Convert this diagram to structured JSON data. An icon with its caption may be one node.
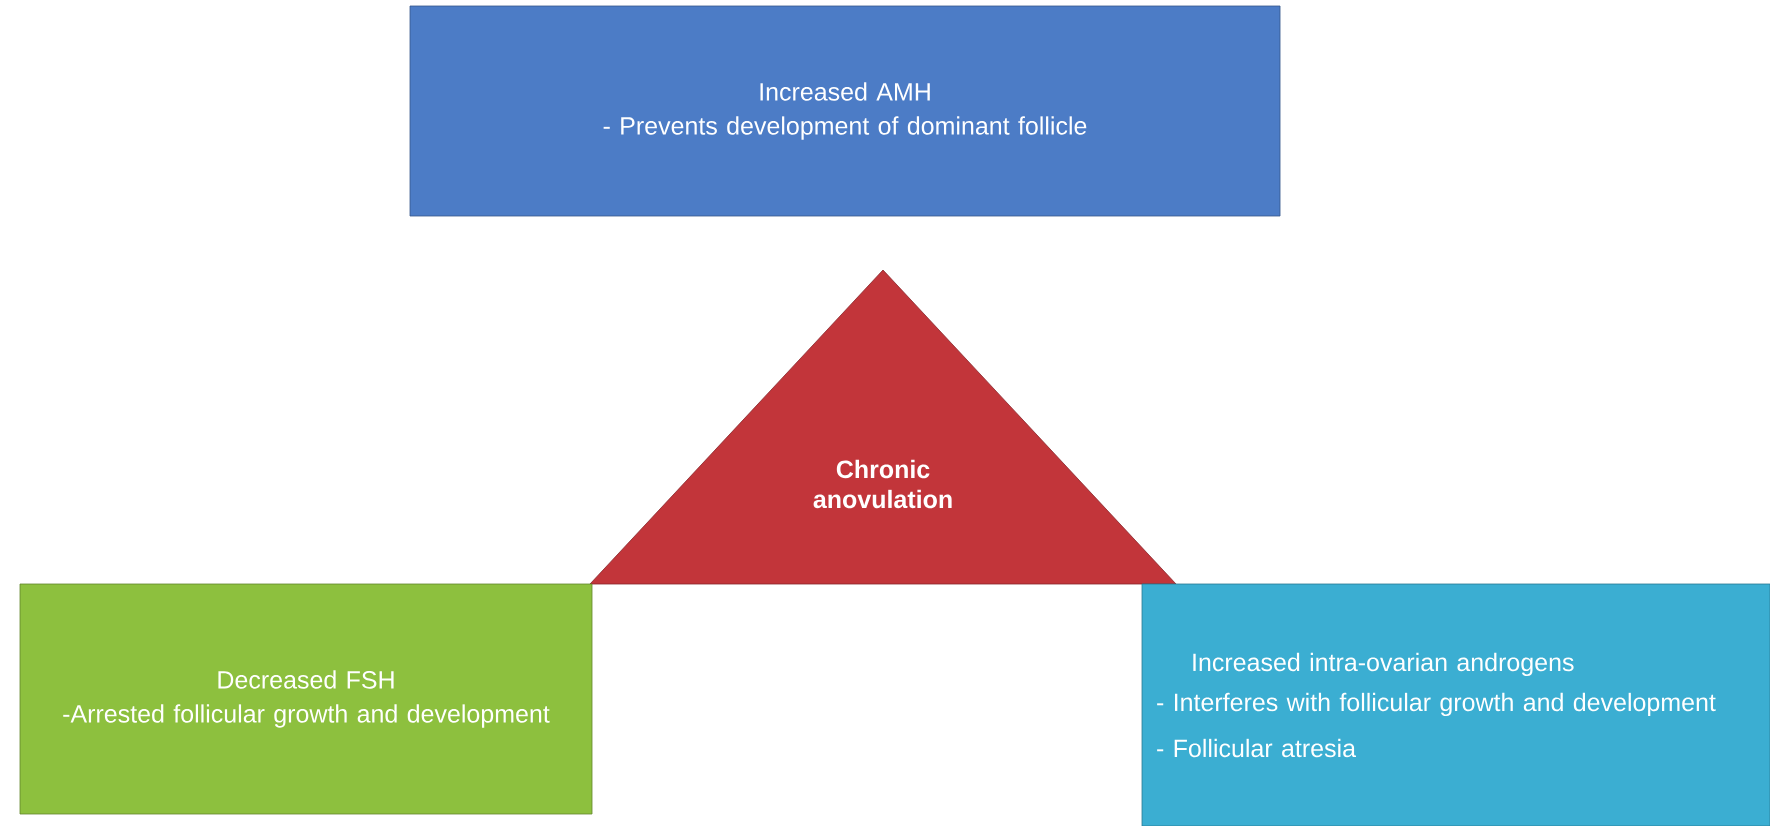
{
  "diagram": {
    "nodes": [
      {
        "text": [
          "Increased AMH",
          "- Prevents development of dominant follicle"
        ]
      },
      {
        "text": [
          "Chronic anovulation"
        ]
      },
      {
        "text": [
          "Decreased FSH",
          "-Arrested follicular growth and development"
        ]
      },
      {
        "text": [
          "Increased intra-ovarian androgens",
          "- Interferes with follicular growth and development",
          "- Follicular atresia"
        ]
      }
    ]
  }
}
